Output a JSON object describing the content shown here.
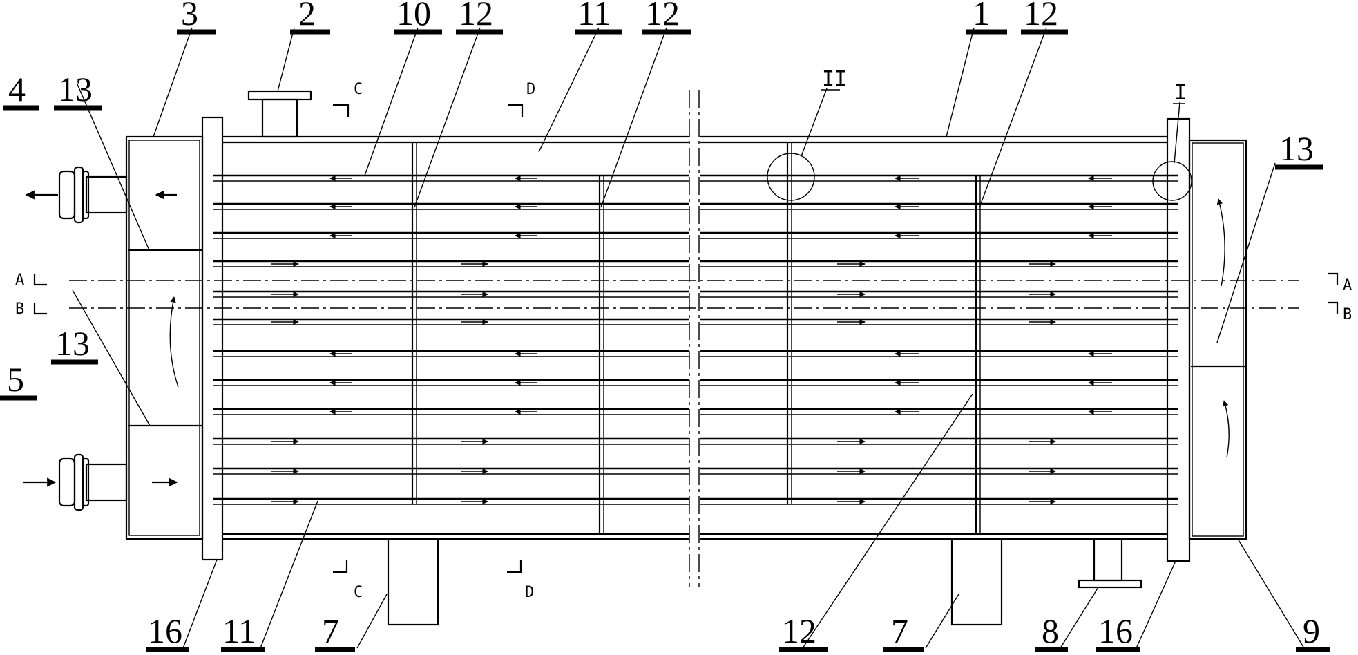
{
  "figure": {
    "labels": {
      "l1": "1",
      "l2": "2",
      "l3": "3",
      "l4": "4",
      "l5": "5",
      "l7a": "7",
      "l7b": "7",
      "l8": "8",
      "l9": "9",
      "l10": "10",
      "l11a": "11",
      "l11b": "11",
      "l12a": "12",
      "l12b": "12",
      "l12c": "12",
      "l12d": "12",
      "l13a": "13",
      "l13b": "13",
      "l13c": "13",
      "l16a": "16",
      "l16b": "16",
      "detail1": "I",
      "detail2": "II"
    },
    "sections": {
      "a_left": "A",
      "a_right": "A",
      "b_left": "B",
      "b_right": "B",
      "c_top": "C",
      "c_bottom": "C",
      "d_top": "D",
      "d_bottom": "D"
    }
  }
}
